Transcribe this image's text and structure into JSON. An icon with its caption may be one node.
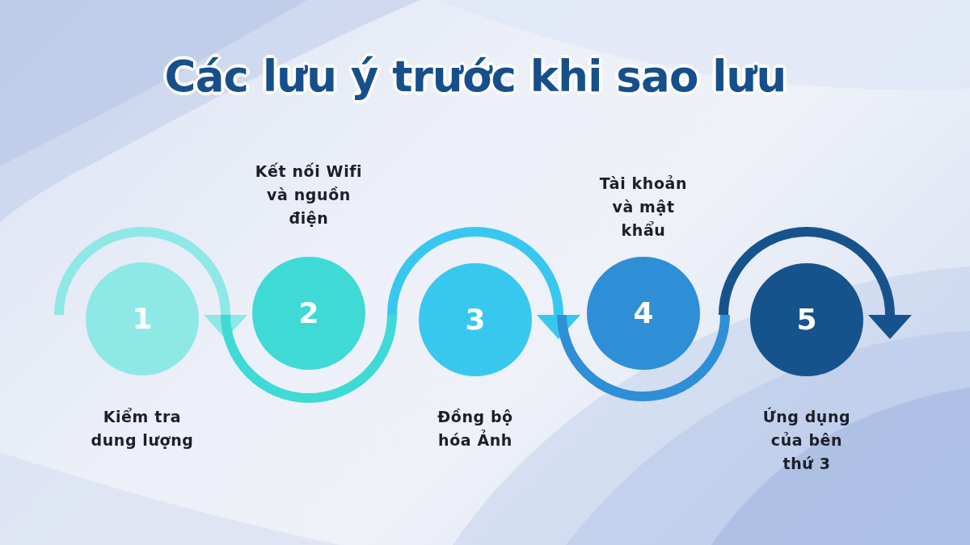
{
  "diagram": {
    "title": "Các lưu ý trước khi sao lưu",
    "nodes": [
      {
        "text": [
          "1"
        ],
        "beside": [
          "Kiểm tra dung lượng"
        ]
      },
      {
        "text": [
          "2"
        ],
        "beside": [
          "Kết nối Wifi và nguồn điện"
        ]
      },
      {
        "text": [
          "3"
        ],
        "beside": [
          "Đồng bộ hóa Ảnh"
        ]
      },
      {
        "text": [
          "4"
        ],
        "beside": [
          "Tài khoản và mật khẩu"
        ]
      },
      {
        "text": [
          "5"
        ],
        "beside": [
          "Ứng dụng của bên thứ 3"
        ]
      }
    ],
    "edges": [
      {
        "from": null,
        "to": 0,
        "arrow": "to",
        "color": "#8ee8e6"
      },
      {
        "from": 1,
        "to": 2,
        "arrow": "none",
        "color": "#3fdad5"
      },
      {
        "from": null,
        "to": 2,
        "arrow": "to",
        "color": "#38c8ef"
      },
      {
        "from": 3,
        "to": 4,
        "arrow": "none",
        "color": "#2e8fd6"
      },
      {
        "from": null,
        "to": 4,
        "arrow": "to",
        "color": "#16538c"
      }
    ]
  }
}
